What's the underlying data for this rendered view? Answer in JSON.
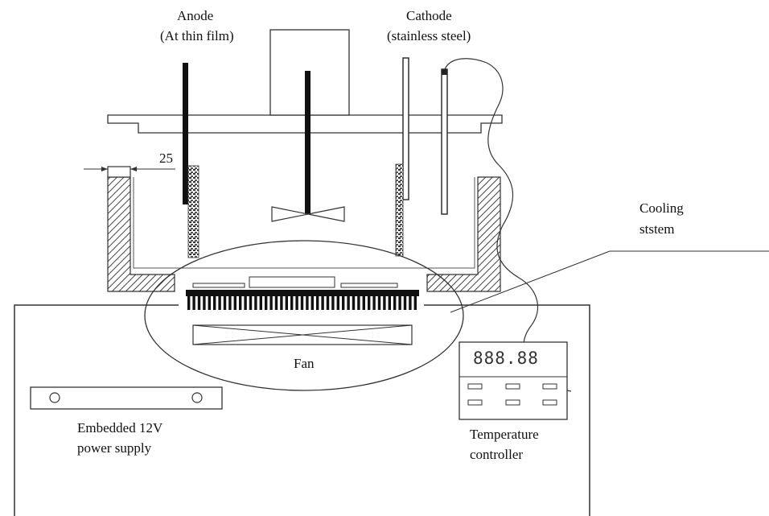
{
  "labels": {
    "anode": [
      "Anode",
      "(At thin film)"
    ],
    "cathode": [
      "Cathode",
      "(stainless steel)"
    ],
    "cooling": [
      "Cooling",
      "ststem"
    ],
    "fan": "Fan",
    "power": [
      "Embedded 12V",
      "power supply"
    ],
    "temp": [
      "Temperature",
      "controller"
    ],
    "dimension": "25",
    "display": "888.88"
  }
}
